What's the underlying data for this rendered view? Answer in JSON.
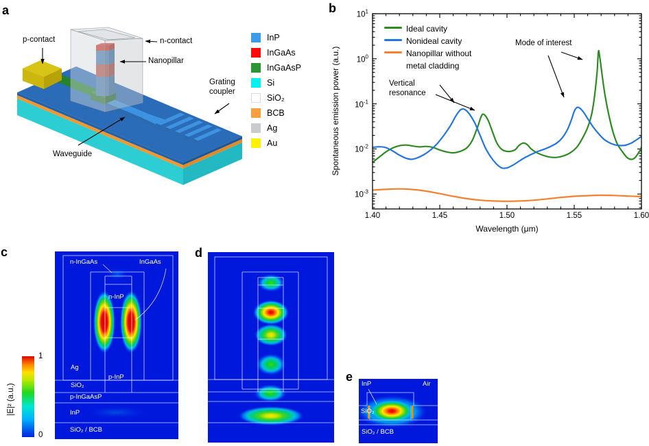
{
  "figure": {
    "panel_labels": {
      "a": "a",
      "b": "b",
      "c": "c",
      "d": "d",
      "e": "e"
    }
  },
  "panel_a": {
    "annotations": {
      "p_contact": "p-contact",
      "n_contact": "n-contact",
      "nanopillar": "Nanopillar",
      "grating_coupler": "Grating\ncoupler",
      "waveguide": "Waveguide"
    },
    "legend": [
      {
        "label": "InP",
        "color": "#3B9DE8"
      },
      {
        "label": "InGaAs",
        "color": "#FA0A0A"
      },
      {
        "label": "InGaAsP",
        "color": "#2D9434"
      },
      {
        "label": "Si",
        "color": "#06F0F0"
      },
      {
        "label": "SiO₂",
        "color": "#FFFFFF"
      },
      {
        "label": "BCB",
        "color": "#F6A040"
      },
      {
        "label": "Ag",
        "color": "#C9CCCE"
      },
      {
        "label": "Au",
        "color": "#FFF200"
      }
    ]
  },
  "chart_data": {
    "type": "line",
    "title": "",
    "xlabel": "Wavelength (μm)",
    "ylabel": "Spontaneous emission power (a.u.)",
    "xlim": [
      1.4,
      1.6
    ],
    "ylim": [
      0.00047,
      10
    ],
    "yscale": "log",
    "grid": "off",
    "legend_position": "upper-left",
    "x_ticks": [
      "1.40",
      "1.45",
      "1.50",
      "1.55",
      "1.60"
    ],
    "y_tick_exponents": [
      1,
      0,
      -1,
      -2,
      -3
    ],
    "annotations": {
      "mode_of_interest": "Mode of interest",
      "vertical_resonance": "Vertical\nresonance"
    },
    "series": [
      {
        "name": "Ideal cavity",
        "legend_label": "Ideal cavity",
        "color": "#2E8B22",
        "points": [
          [
            1.4,
            0.005
          ],
          [
            1.405,
            0.0066
          ],
          [
            1.41,
            0.0086
          ],
          [
            1.415,
            0.0105
          ],
          [
            1.42,
            0.0118
          ],
          [
            1.425,
            0.0122
          ],
          [
            1.43,
            0.0116
          ],
          [
            1.435,
            0.0111
          ],
          [
            1.44,
            0.0114
          ],
          [
            1.445,
            0.0108
          ],
          [
            1.45,
            0.0095
          ],
          [
            1.455,
            0.0086
          ],
          [
            1.46,
            0.0082
          ],
          [
            1.465,
            0.0088
          ],
          [
            1.47,
            0.0105
          ],
          [
            1.474,
            0.015
          ],
          [
            1.478,
            0.03
          ],
          [
            1.481,
            0.054
          ],
          [
            1.483,
            0.058
          ],
          [
            1.486,
            0.043
          ],
          [
            1.489,
            0.025
          ],
          [
            1.492,
            0.0145
          ],
          [
            1.495,
            0.0105
          ],
          [
            1.498,
            0.0091
          ],
          [
            1.502,
            0.0088
          ],
          [
            1.506,
            0.0096
          ],
          [
            1.509,
            0.012
          ],
          [
            1.512,
            0.0135
          ],
          [
            1.515,
            0.0125
          ],
          [
            1.518,
            0.01
          ],
          [
            1.522,
            0.0083
          ],
          [
            1.527,
            0.0072
          ],
          [
            1.532,
            0.0066
          ],
          [
            1.537,
            0.0065
          ],
          [
            1.542,
            0.007
          ],
          [
            1.547,
            0.0082
          ],
          [
            1.552,
            0.011
          ],
          [
            1.556,
            0.017
          ],
          [
            1.56,
            0.03
          ],
          [
            1.563,
            0.06
          ],
          [
            1.565,
            0.14
          ],
          [
            1.567,
            0.5
          ],
          [
            1.568,
            1.45
          ],
          [
            1.569,
            1.1
          ],
          [
            1.571,
            0.38
          ],
          [
            1.573,
            0.15
          ],
          [
            1.576,
            0.052
          ],
          [
            1.579,
            0.023
          ],
          [
            1.582,
            0.013
          ],
          [
            1.586,
            0.0085
          ],
          [
            1.59,
            0.0062
          ],
          [
            1.594,
            0.006
          ],
          [
            1.597,
            0.0075
          ],
          [
            1.6,
            0.0108
          ]
        ]
      },
      {
        "name": "Nonideal cavity",
        "legend_label": "Nonideal cavity",
        "color": "#2277DD",
        "points": [
          [
            1.4,
            0.0108
          ],
          [
            1.405,
            0.0112
          ],
          [
            1.41,
            0.0107
          ],
          [
            1.415,
            0.009
          ],
          [
            1.42,
            0.0073
          ],
          [
            1.425,
            0.0062
          ],
          [
            1.429,
            0.0059
          ],
          [
            1.433,
            0.0063
          ],
          [
            1.438,
            0.0074
          ],
          [
            1.443,
            0.0094
          ],
          [
            1.448,
            0.013
          ],
          [
            1.453,
            0.02
          ],
          [
            1.458,
            0.033
          ],
          [
            1.462,
            0.054
          ],
          [
            1.465,
            0.072
          ],
          [
            1.467,
            0.077
          ],
          [
            1.469,
            0.074
          ],
          [
            1.472,
            0.06
          ],
          [
            1.476,
            0.038
          ],
          [
            1.48,
            0.02
          ],
          [
            1.484,
            0.0105
          ],
          [
            1.488,
            0.0066
          ],
          [
            1.492,
            0.0047
          ],
          [
            1.496,
            0.0038
          ],
          [
            1.5,
            0.0038
          ],
          [
            1.504,
            0.0043
          ],
          [
            1.508,
            0.0051
          ],
          [
            1.512,
            0.0061
          ],
          [
            1.517,
            0.0073
          ],
          [
            1.522,
            0.0086
          ],
          [
            1.527,
            0.0097
          ],
          [
            1.532,
            0.0112
          ],
          [
            1.537,
            0.0135
          ],
          [
            1.541,
            0.0175
          ],
          [
            1.545,
            0.027
          ],
          [
            1.548,
            0.045
          ],
          [
            1.55,
            0.068
          ],
          [
            1.552,
            0.083
          ],
          [
            1.554,
            0.081
          ],
          [
            1.557,
            0.065
          ],
          [
            1.56,
            0.047
          ],
          [
            1.564,
            0.031
          ],
          [
            1.568,
            0.022
          ],
          [
            1.572,
            0.0165
          ],
          [
            1.576,
            0.0138
          ],
          [
            1.58,
            0.0124
          ],
          [
            1.584,
            0.0119
          ],
          [
            1.588,
            0.0121
          ],
          [
            1.592,
            0.0133
          ],
          [
            1.596,
            0.0157
          ],
          [
            1.6,
            0.019
          ]
        ]
      },
      {
        "name": "Nanopillar without metal cladding",
        "legend_label": "Nanopillar without\nmetal cladding",
        "color": "#F5802E",
        "points": [
          [
            1.4,
            0.00122
          ],
          [
            1.41,
            0.00127
          ],
          [
            1.42,
            0.0013
          ],
          [
            1.43,
            0.00126
          ],
          [
            1.44,
            0.00116
          ],
          [
            1.45,
            0.00102
          ],
          [
            1.46,
            0.00089
          ],
          [
            1.47,
            0.00079
          ],
          [
            1.48,
            0.00073
          ],
          [
            1.49,
            0.0007
          ],
          [
            1.5,
            0.00069
          ],
          [
            1.51,
            0.0007
          ],
          [
            1.52,
            0.00073
          ],
          [
            1.53,
            0.00078
          ],
          [
            1.54,
            0.00084
          ],
          [
            1.55,
            0.00089
          ],
          [
            1.56,
            0.00092
          ],
          [
            1.57,
            0.00094
          ],
          [
            1.58,
            0.00093
          ],
          [
            1.59,
            0.0009
          ],
          [
            1.6,
            0.00088
          ]
        ]
      }
    ]
  },
  "colorbar": {
    "label": "|E|² (a.u.)",
    "max": "1",
    "min": "0"
  },
  "panel_c": {
    "labels": {
      "n_ingaas": "n-InGaAs",
      "ingaas": "InGaAs",
      "n_inp": "n-InP",
      "ag": "Ag",
      "p_inp": "p-InP",
      "sio2": "SiO₂",
      "p_ingaasp": "p-InGaAsP",
      "inp": "InP",
      "sio2_bcb": "SiO₂ / BCB"
    }
  },
  "panel_e": {
    "labels": {
      "inp": "InP",
      "air": "Air",
      "sio2": "SiO₂",
      "sio2_bcb": "SiO₂ / BCB"
    }
  }
}
